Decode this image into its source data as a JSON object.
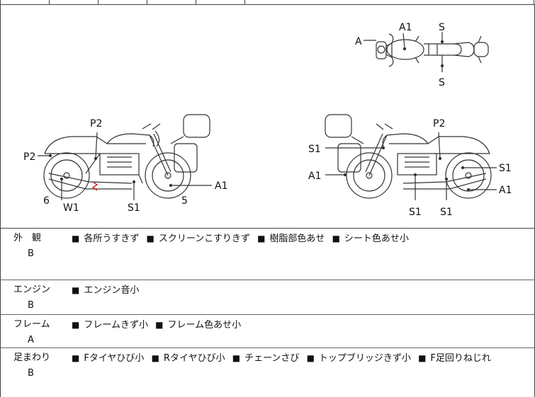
{
  "diagram": {
    "top_view": {
      "labels": [
        "A",
        "A1",
        "S",
        "S"
      ]
    },
    "left_view": {
      "labels": [
        "P2",
        "P2",
        "6",
        "W1",
        "S1",
        "5",
        "A1"
      ]
    },
    "right_view": {
      "labels": [
        "P2",
        "S1",
        "A1",
        "S1",
        "A1",
        "S1",
        "S1"
      ]
    }
  },
  "rows": [
    {
      "category": "外　観",
      "grade": "B",
      "items": [
        "各所うすきず",
        "スクリーンこすりきず",
        "樹脂部色あせ",
        "シート色あせ小"
      ]
    },
    {
      "category": "エンジン",
      "grade": "B",
      "items": [
        "エンジン音小"
      ]
    },
    {
      "category": "フレーム",
      "grade": "A",
      "items": [
        "フレームきず小",
        "フレーム色あせ小"
      ]
    },
    {
      "category": "足まわり",
      "grade": "B",
      "items": [
        "Fタイヤひび小",
        "Rタイヤひび小",
        "チェーンさび",
        "トップブリッジきず小",
        "F足回りねじれ"
      ]
    }
  ],
  "bullet": "■",
  "colors": {
    "line": "#333333",
    "mark": "#cc2222"
  }
}
